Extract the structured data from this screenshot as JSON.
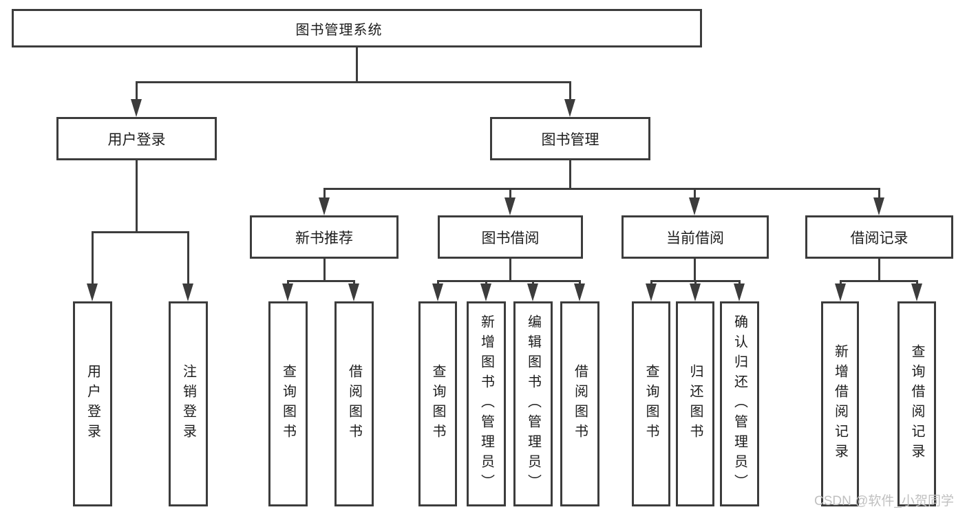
{
  "colors": {
    "line": "#3c3c3c",
    "text": "#1d1d1d",
    "box_bg": "#ffffff",
    "page_bg": "#ffffff",
    "watermark": "#c0c0c0"
  },
  "watermark": {
    "text": "CSDN @软件_小贺同学"
  },
  "diagram": {
    "root": {
      "label": "图书管理系统"
    },
    "level2": [
      {
        "label": "用户登录",
        "parent": "图书管理系统"
      },
      {
        "label": "图书管理",
        "parent": "图书管理系统"
      }
    ],
    "level3": [
      {
        "label": "新书推荐",
        "parent": "图书管理"
      },
      {
        "label": "图书借阅",
        "parent": "图书管理"
      },
      {
        "label": "当前借阅",
        "parent": "图书管理"
      },
      {
        "label": "借阅记录",
        "parent": "图书管理"
      }
    ],
    "leaves": [
      {
        "label": "用户登录",
        "parent": "用户登录"
      },
      {
        "label": "注销登录",
        "parent": "用户登录"
      },
      {
        "label": "查询图书",
        "parent": "新书推荐"
      },
      {
        "label": "借阅图书",
        "parent": "新书推荐"
      },
      {
        "label": "查询图书",
        "parent": "图书借阅"
      },
      {
        "label": "新增图书（管理员）",
        "parent": "图书借阅"
      },
      {
        "label": "编辑图书（管理员）",
        "parent": "图书借阅"
      },
      {
        "label": "借阅图书",
        "parent": "图书借阅"
      },
      {
        "label": "查询图书",
        "parent": "当前借阅"
      },
      {
        "label": "归还图书",
        "parent": "当前借阅"
      },
      {
        "label": "确认归还（管理员）",
        "parent": "当前借阅"
      },
      {
        "label": "新增借阅记录",
        "parent": "借阅记录"
      },
      {
        "label": "查询借阅记录",
        "parent": "借阅记录"
      }
    ]
  }
}
